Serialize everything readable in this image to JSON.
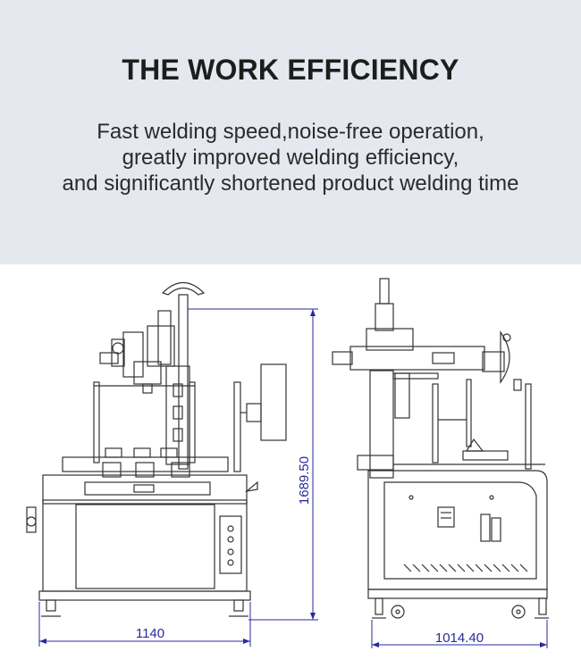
{
  "header": {
    "title": "THE WORK EFFICIENCY",
    "subtitle_lines": [
      "Fast welding speed,noise-free operation,",
      "greatly improved welding efficiency,",
      "and significantly shortened product welding time"
    ]
  },
  "drawing": {
    "front_view": {
      "height_label": "1689.50",
      "width_label": "1140"
    },
    "side_view": {
      "width_label": "1014.40"
    }
  },
  "colors": {
    "header_bg": "#e5e8ef",
    "line": "#333333",
    "dimension": "#2a2a9a"
  }
}
